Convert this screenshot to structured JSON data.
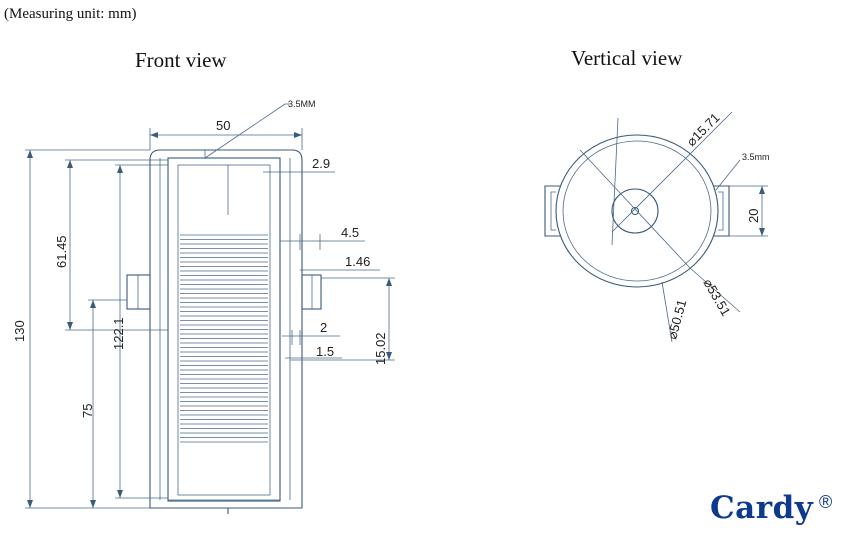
{
  "header": {
    "unit_note": "(Measuring unit: mm)"
  },
  "front_view": {
    "title": "Front view",
    "dims": {
      "width": "50",
      "total_height": "130",
      "h_61_45": "61.45",
      "h_122_1": "122.1",
      "h_75": "75",
      "d_2_9": "2.9",
      "d_4_5": "4.5",
      "d_1_46": "1.46",
      "d_2": "2",
      "d_1_5": "1.5",
      "d_15_02": "15.02",
      "hole": "3.5MM"
    }
  },
  "vertical_view": {
    "title": "Vertical view",
    "dims": {
      "d_15_71": "⌀15.71",
      "hole": "3.5mm",
      "h_20": "20",
      "d_53_51": "⌀53.51",
      "d_50_51": "⌀50.51"
    }
  },
  "brand": {
    "logo": "Cardy",
    "registered": "®",
    "color": "#0d3a8c"
  }
}
